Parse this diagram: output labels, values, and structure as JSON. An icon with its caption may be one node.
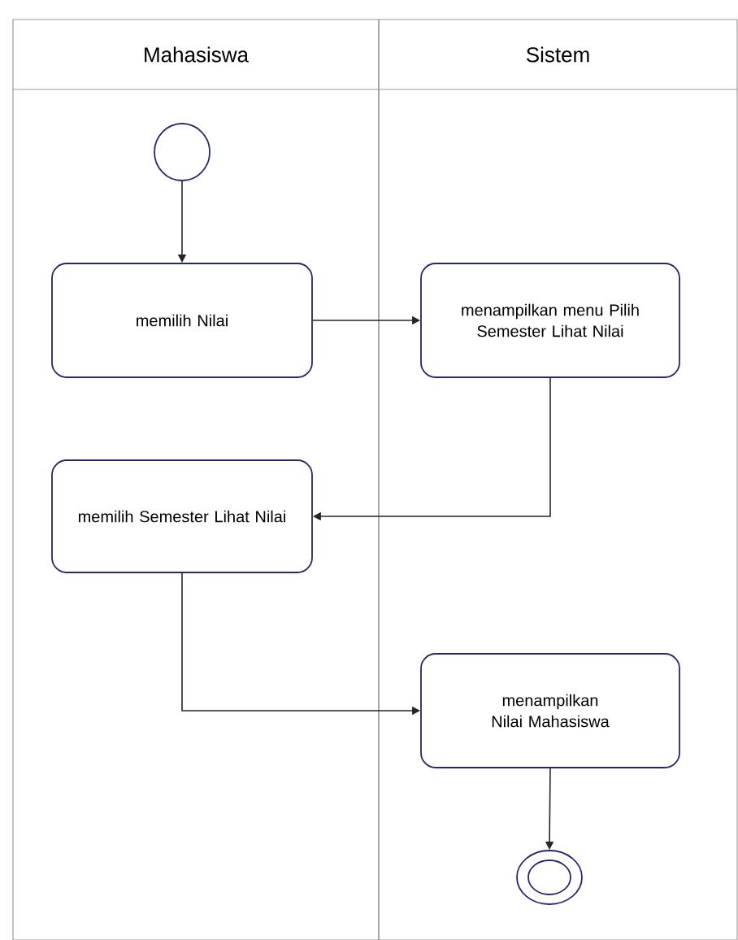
{
  "diagram": {
    "nodes": [
      {
        "text": [
          "Mahasiswa"
        ]
      },
      {
        "text": [
          "Sistem"
        ]
      },
      {
        "text": [],
        "shape": "circle",
        "in": 0
      },
      {
        "text": [
          "memilih Nilai"
        ],
        "in": 0
      },
      {
        "text": [
          "menampilkan menu Pilih Semester Lihat Nilai"
        ],
        "in": 1
      },
      {
        "text": [
          "memilih Semester Lihat Nilai"
        ],
        "in": 0
      },
      {
        "text": [
          "menampilkan Nilai Mahasiswa"
        ],
        "in": 1
      },
      {
        "text": [],
        "shape": "end-circle",
        "in": 1
      }
    ],
    "edges": [
      {
        "from": 2,
        "to": 3,
        "arrow": "to"
      },
      {
        "from": 3,
        "to": 4,
        "arrow": "to"
      },
      {
        "from": 4,
        "to": 5,
        "arrow": "to"
      },
      {
        "from": 5,
        "to": 6,
        "arrow": "to"
      },
      {
        "from": 6,
        "to": 7,
        "arrow": "to"
      }
    ]
  }
}
